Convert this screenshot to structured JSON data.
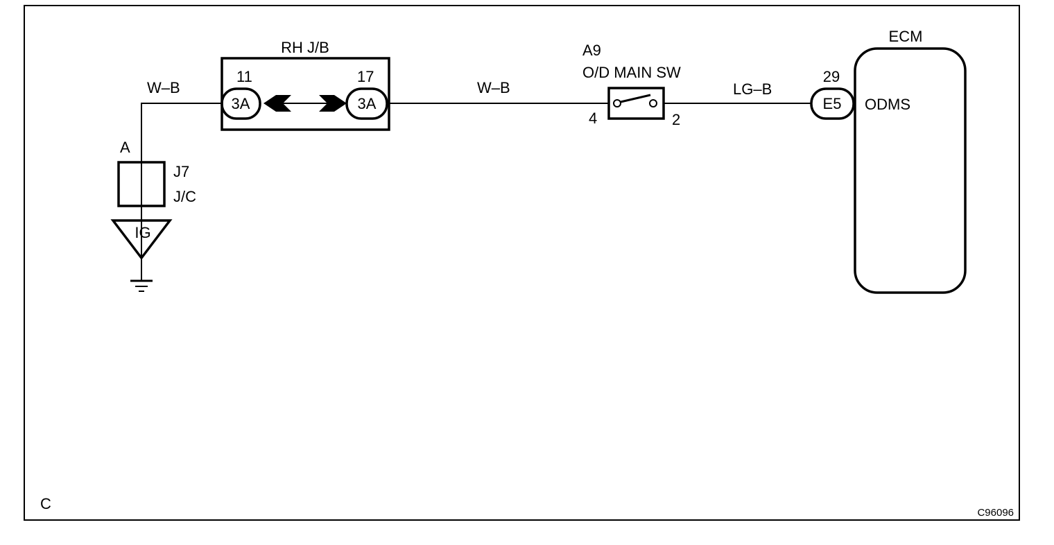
{
  "diagram": {
    "section_label": "C",
    "figure_id": "C96096",
    "junction_block": {
      "title": "RH J/B",
      "pin_left": "11",
      "pin_right": "17",
      "connector_left": "3A",
      "connector_right": "3A"
    },
    "wires": {
      "left": "W–B",
      "middle": "W–B",
      "right": "LG–B"
    },
    "switch": {
      "code": "A9",
      "name": "O/D MAIN SW",
      "pin_in": "4",
      "pin_out": "2"
    },
    "ecm": {
      "title": "ECM",
      "pin": "29",
      "connector": "E5",
      "terminal": "ODMS"
    },
    "junction_connector": {
      "point": "A",
      "code": "J7",
      "name": "J/C"
    },
    "ground": {
      "label": "IG"
    }
  }
}
